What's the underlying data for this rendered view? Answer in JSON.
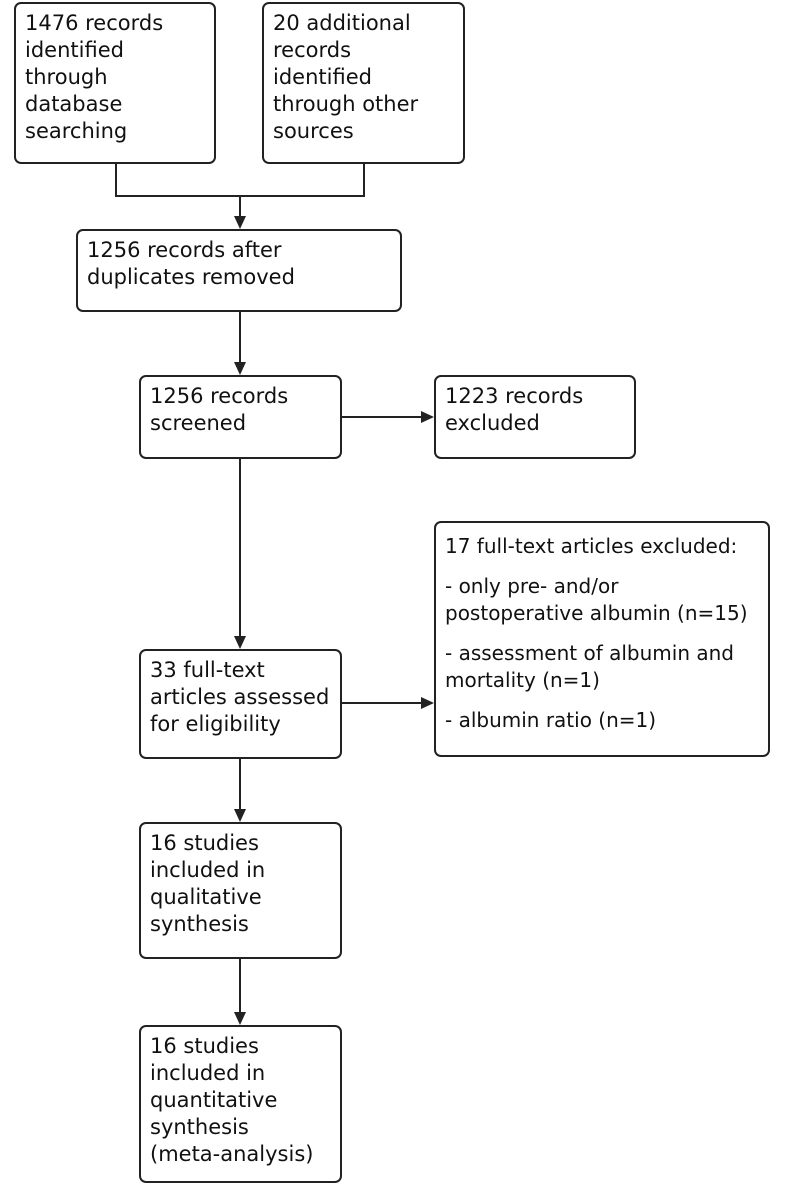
{
  "boxes": {
    "identified_database": [
      "1476 records",
      "identified",
      "through",
      "database",
      "searching"
    ],
    "identified_other": [
      "20 additional",
      "records",
      "identified",
      "through other",
      "sources"
    ],
    "after_duplicates": [
      "1256 records after",
      "duplicates removed"
    ],
    "screened": [
      "1256 records",
      "screened"
    ],
    "excluded": [
      "1223 records",
      "excluded"
    ],
    "full_text_assessed": [
      "33 full-text",
      "articles assessed",
      "for eligibility"
    ],
    "full_text_excluded": {
      "heading": "17 full-text articles excluded:",
      "reasons": [
        [
          "- only pre- and/or",
          "postoperative albumin (n=15)"
        ],
        [
          "- assessment of albumin and",
          "mortality (n=1)"
        ],
        [
          "- albumin ratio (n=1)"
        ]
      ]
    },
    "qualitative": [
      "16 studies",
      "included in",
      "qualitative",
      "synthesis"
    ],
    "quantitative": [
      "16 studies",
      "included in",
      "quantitative",
      "synthesis",
      "(meta-analysis)"
    ]
  }
}
